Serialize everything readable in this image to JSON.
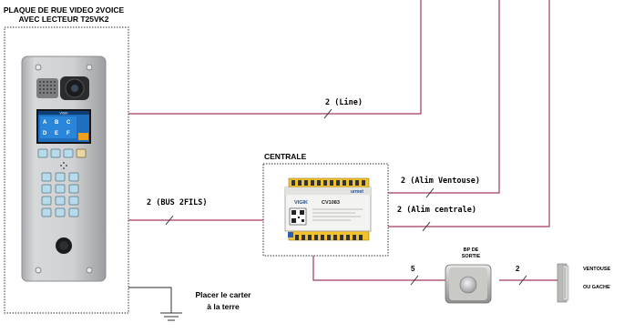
{
  "panel": {
    "title_line1": "PLAQUE DE RUE VIDEO 2VOICE",
    "title_line2": "AVEC LECTEUR T25VK2",
    "screen_brand": "VIGIK",
    "screen_keys": [
      "A",
      "B",
      "C",
      "D",
      "E",
      "F"
    ]
  },
  "centrale": {
    "title": "CENTRALE",
    "device_brand": "VIGIK",
    "device_model": "CV1083",
    "device_maker": "urmet"
  },
  "wires": {
    "line": "2 (Line)",
    "bus": "2 (BUS 2FILS)",
    "alim_ventouse": "2 (Alim Ventouse)",
    "alim_centrale": "2 (Alim centrale)",
    "exit_button_count": "5",
    "ventouse_count": "2"
  },
  "ground": {
    "label_line1": "Placer le carter",
    "label_line2": "à la terre"
  },
  "exit_button": {
    "label_line1": "BP DE",
    "label_line2": "SORTIE"
  },
  "ventouse": {
    "label_line1": "VENTOUSE",
    "label_line2": "OU GACHE"
  },
  "colors": {
    "wire": "#a33a5a",
    "panel_body": "#c9cbcd",
    "key_blue": "#b7dbea",
    "screen_blue": "#1f6fc0",
    "device_yellow": "#f2c12e"
  }
}
